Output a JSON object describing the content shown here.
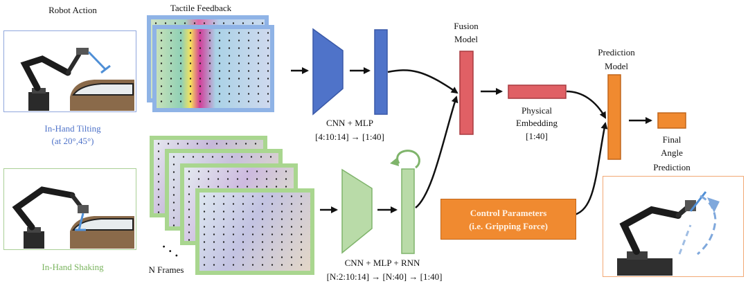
{
  "colors": {
    "blue": "#4f73c9",
    "blue_border": "#3a59a8",
    "green_fill": "#b9dba8",
    "green_border": "#7fb46b",
    "red_fill": "#e06065",
    "red_border": "#a83b40",
    "orange": "#f08a30",
    "orange_border": "#c0651a",
    "blue_text": "#4f73c9",
    "green_text": "#7ab45e"
  },
  "left": {
    "heading": "Robot Action",
    "tilting_label_1": "In-Hand Tilting",
    "tilting_label_2": "(at 20°,45°)",
    "shaking_label": "In-Hand Shaking"
  },
  "tactile": {
    "heading": "Tactile Feedback",
    "frames_label": "N Frames",
    "dots": "• • •"
  },
  "encoders": {
    "top_label": "CNN + MLP",
    "top_dims": "[4:10:14] → [1:40]",
    "bottom_label": "CNN + MLP + RNN",
    "bottom_dims": "[N:2:10:14] → [N:40] → [1:40]"
  },
  "fusion": {
    "label_1": "Fusion",
    "label_2": "Model"
  },
  "embedding": {
    "label_1": "Physical",
    "label_2": "Embedding",
    "label_3": "[1:40]"
  },
  "control": {
    "line_1": "Control Parameters",
    "line_2": "(i.e. Gripping Force)"
  },
  "prediction": {
    "label_1": "Prediction",
    "label_2": "Model"
  },
  "final": {
    "label_1": "Final",
    "label_2": "Angle",
    "label_3": "Prediction"
  }
}
